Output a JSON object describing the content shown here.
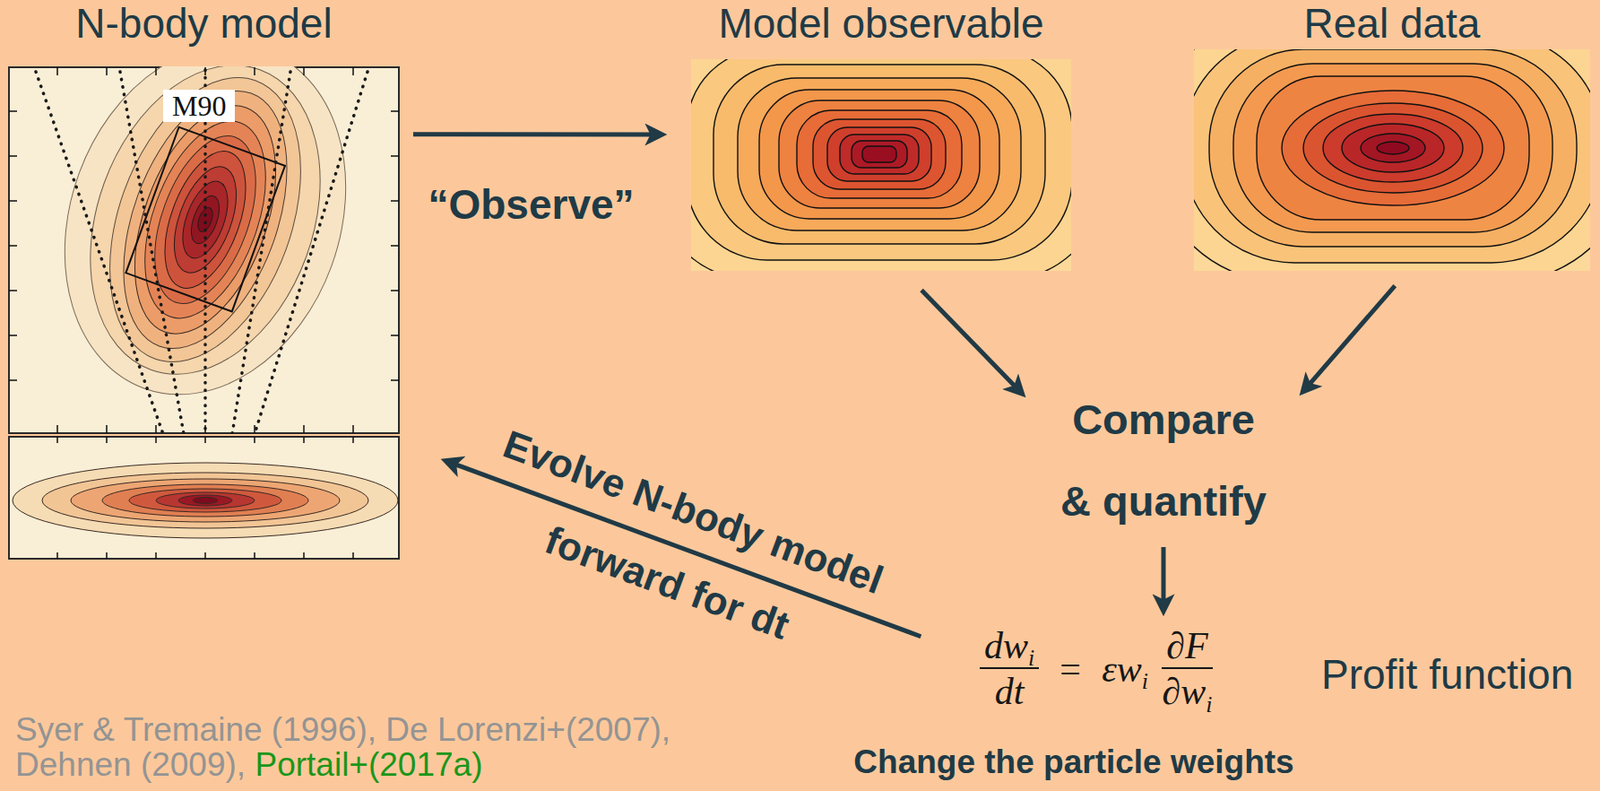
{
  "diagram": {
    "nodes": [
      {
        "text": [
          "N-body model",
          "M90"
        ]
      },
      {
        "text": [
          "Model observable"
        ]
      },
      {
        "text": [
          "Real data"
        ]
      },
      {
        "text": [
          "Compare & quantify"
        ]
      },
      {
        "text": [
          "dw",
          "i",
          "dt",
          "=",
          "εw",
          "i",
          "∂F",
          "∂w",
          "i"
        ]
      }
    ],
    "edges": [
      {
        "from": 0,
        "to": 1,
        "arrow": "to",
        "label": "“Observe”"
      },
      {
        "from": 1,
        "to": 3,
        "arrow": "to"
      },
      {
        "from": 2,
        "to": 3,
        "arrow": "to"
      },
      {
        "from": 3,
        "to": 4,
        "arrow": "to"
      },
      {
        "from": 4,
        "to": 0,
        "arrow": "to",
        "label": "Evolve N-body model forward for dt"
      }
    ],
    "labels": [
      "Profit function",
      "Change the particle weights",
      "Syer & Tremaine (1996), De Lorenzi+(2007), Dehnen (2009),",
      "Portail+(2017a)"
    ]
  }
}
